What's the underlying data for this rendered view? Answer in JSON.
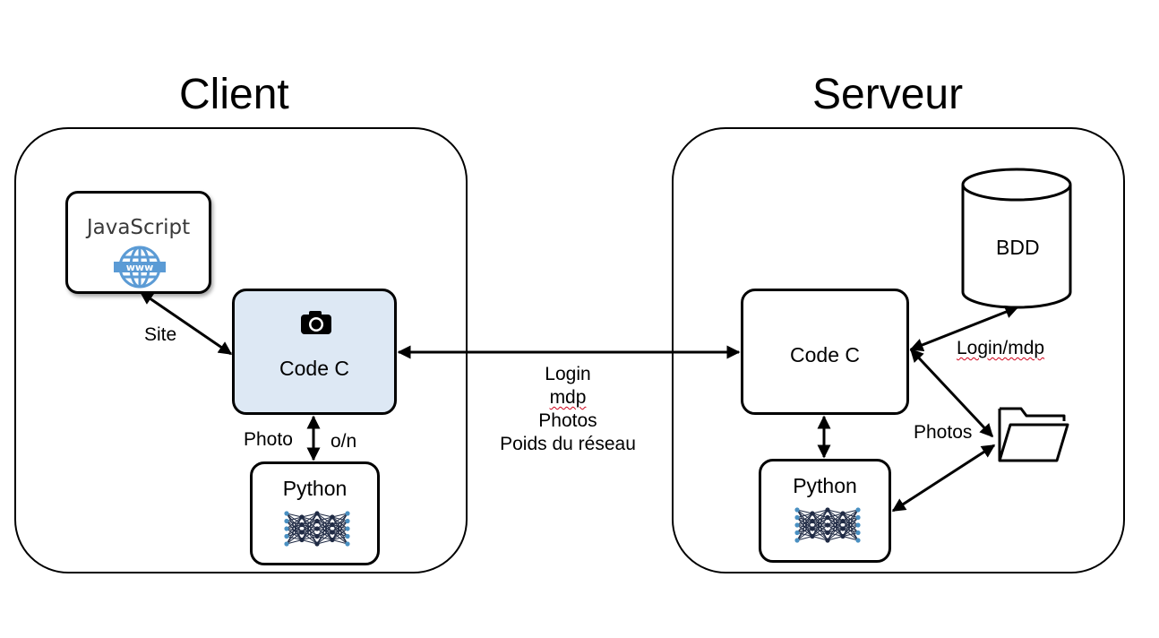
{
  "client": {
    "title": "Client",
    "javascript_label": "JavaScript",
    "code_label": "Code C",
    "python_label": "Python",
    "site_label": "Site",
    "photo_label": "Photo",
    "on_label": "o/n"
  },
  "server": {
    "title": "Serveur",
    "bdd_label": "BDD",
    "code_label": "Code C",
    "python_label": "Python",
    "login_mdp_label": "Login/mdp",
    "photos_label": "Photos"
  },
  "link": {
    "lines": [
      "Login",
      "mdp",
      "Photos",
      "Poids du réseau"
    ]
  },
  "icons": [
    "globe-www-icon",
    "camera-icon",
    "neural-network-icon",
    "database-cylinder-icon",
    "folder-icon"
  ],
  "colors": {
    "code_client_fill": "#dde8f4",
    "www_blue": "#5b9bd5",
    "squiggle": "#d0021b"
  }
}
